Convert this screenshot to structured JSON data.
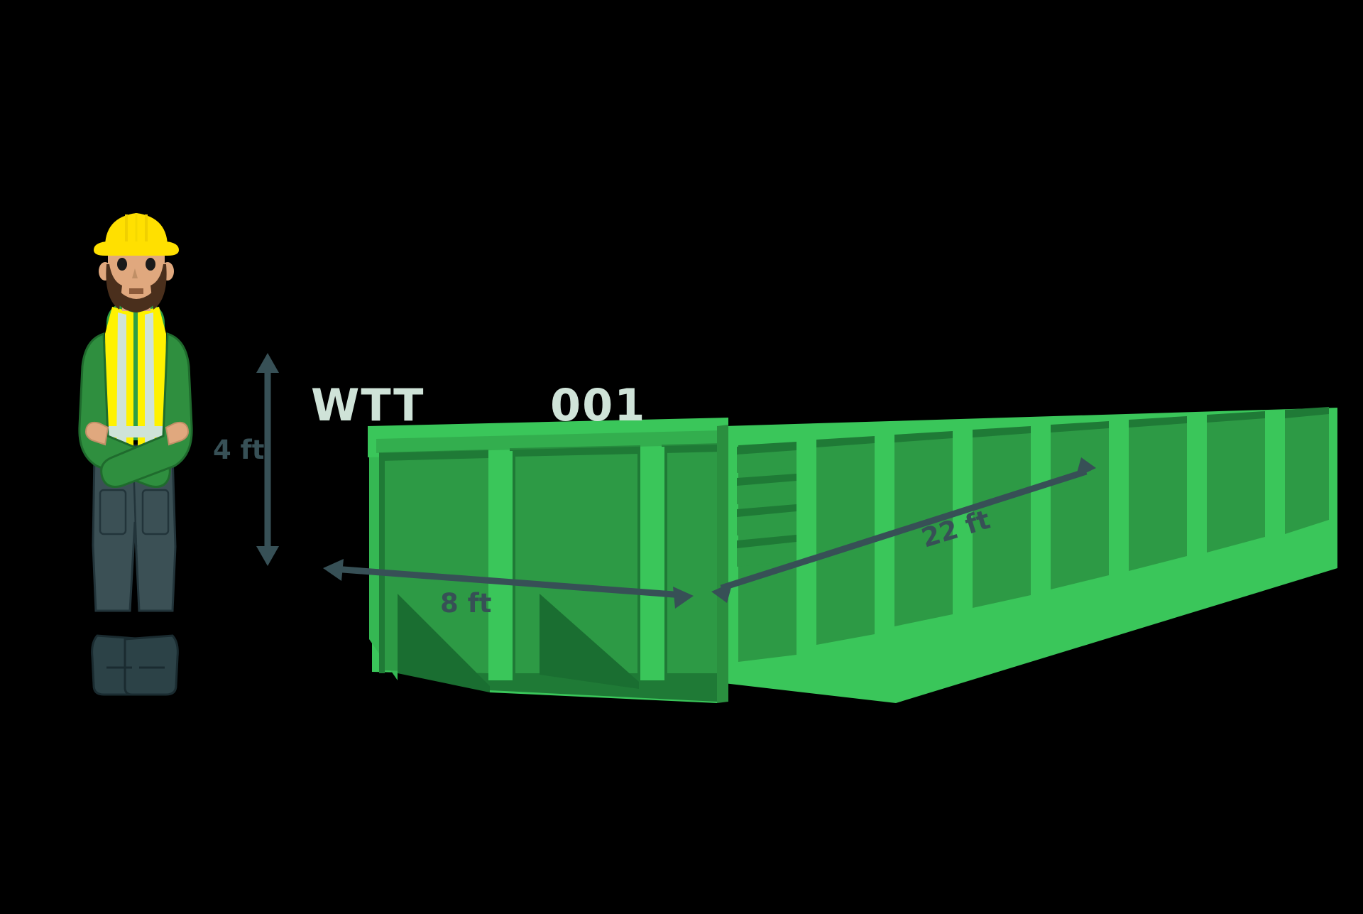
{
  "scene": {
    "title": "Roll-off dumpster size illustration",
    "background_color": "#000000"
  },
  "container": {
    "brand_code": "WTT",
    "unit_number": "001",
    "body_color": "#2e9e45",
    "panel_color": "#2f9b46",
    "rail_color": "#3ac65a",
    "shadow_color": "#1f7a36",
    "inner_color": "#1d7a37",
    "text_color": "#cfe3d8",
    "panels_front": 2,
    "side_ribs": 9,
    "ladder_rungs": 4
  },
  "dimensions": {
    "height_label": "4 ft",
    "width_label": "8 ft",
    "length_label": "22 ft",
    "arrow_color": "#375056"
  },
  "worker": {
    "name": "construction-worker",
    "helmet_color": "#ffe000",
    "vest_color": "#fff200",
    "vest_stripe_color": "#cfe3d8",
    "shirt_color": "#2e9e45",
    "sleeve_color": "#2f8f3f",
    "pants_color": "#3b5055",
    "boot_color": "#2c4247",
    "skin_color": "#e0a87e",
    "beard_color": "#4a2f1c",
    "hair_color": "#4a2f1c"
  }
}
